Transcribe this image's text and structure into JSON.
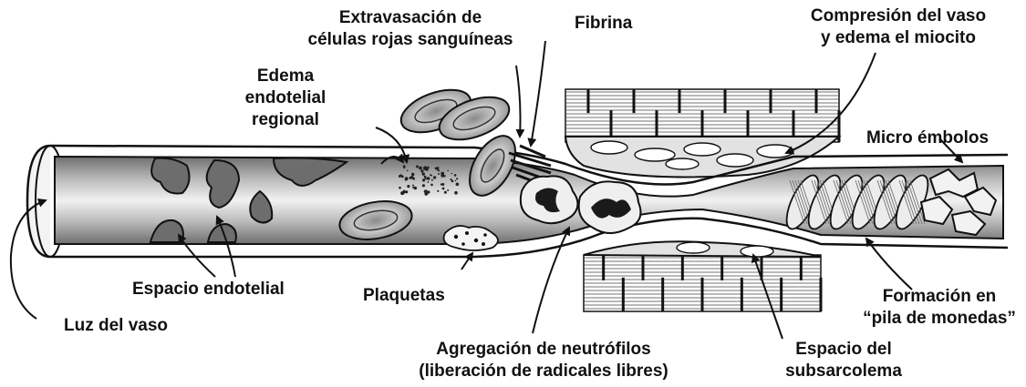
{
  "labels": {
    "extravasacion_1": "Extravasación de",
    "extravasacion_2": "células rojas sanguíneas",
    "fibrina": "Fibrina",
    "compresion_1": "Compresión del vaso",
    "compresion_2": "y edema el miocito",
    "edema_1": "Edema",
    "edema_2": "endotelial",
    "edema_3": "regional",
    "microembolos": "Micro émbolos",
    "espacio_endotelial": "Espacio endotelial",
    "plaquetas": "Plaquetas",
    "formacion_1": "Formación en",
    "formacion_2": "“pila de monedas”",
    "luz_vaso": "Luz del vaso",
    "agregacion_1": "Agregación de neutrófilos",
    "agregacion_2": "(liberación de radicales libres)",
    "espacio_sub_1": "Espacio del",
    "espacio_sub_2": "subsarcolema"
  },
  "colors": {
    "ink": "#111111",
    "vessel_light": "#e6e6e6",
    "vessel_dark": "#7a7a7a",
    "cell_fill": "#bdbdbd"
  }
}
